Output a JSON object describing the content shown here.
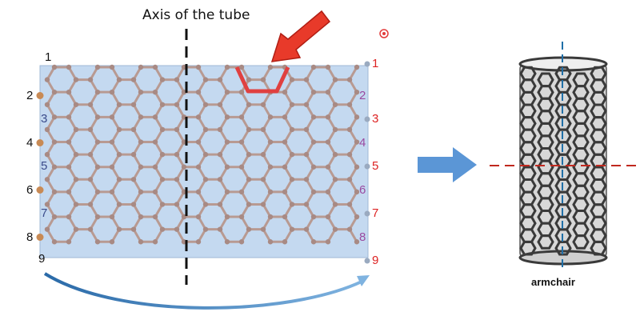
{
  "labels": {
    "axis_title": "Axis of the tube",
    "tube_caption": "armchair"
  },
  "left_edge_labels": [
    "1",
    "2",
    "3",
    "4",
    "5",
    "6",
    "7",
    "8",
    "9"
  ],
  "right_edge_labels": [
    "1",
    "2",
    "3",
    "4",
    "5",
    "6",
    "7",
    "8",
    "9"
  ],
  "colors": {
    "sheet_fill": "#c4d9f0",
    "bond": "#b89a92",
    "atom": "#a88a84",
    "edge_atom": "#c88a55",
    "highlight": "#e04040",
    "big_arrow": "#e83a2a",
    "process_arrow": "#5b96d6",
    "tube": "#3a3a3a",
    "tube_axis": "#1f6fa8",
    "cut_line": "#c0281e",
    "label_black": "#111111",
    "label_blue": "#3a4a8a",
    "label_red": "#dd2222",
    "label_purple": "#9a4aa0"
  },
  "icons": [
    "down-left-arrow-icon",
    "right-arrow-icon",
    "curved-arrow-icon",
    "record-dot-icon"
  ]
}
